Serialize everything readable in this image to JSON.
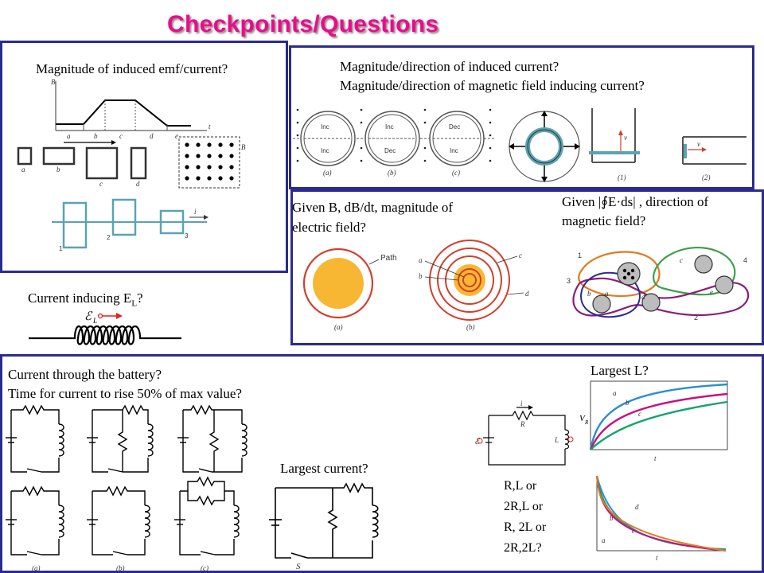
{
  "title": "Checkpoints/Questions",
  "panel_tl": {
    "question": "Magnitude of induced emf/current?",
    "graph_axis_y": "B",
    "graph_axis_x": "t",
    "graph_ticks": [
      "a",
      "b",
      "c",
      "d",
      "e"
    ],
    "loop_labels": [
      "a",
      "b",
      "c",
      "d"
    ],
    "field_label": "B",
    "strip_labels": [
      "1",
      "2",
      "3"
    ],
    "strip_vel": "i"
  },
  "panel_tr": {
    "question_1": "Magnitude/direction of induced current?",
    "question_2": "Magnitude/direction of magnetic field inducing current?",
    "circle_labels": [
      [
        "Inc",
        "Inc"
      ],
      [
        "Inc",
        "Dec"
      ],
      [
        "Dec",
        "Inc"
      ]
    ],
    "sub_labels": [
      "(a)",
      "(b)",
      "(c)",
      "(1)",
      "(2)"
    ],
    "vel_label": "v"
  },
  "panel_mr": {
    "question_left_1": "Given B, dB/dt, magnitude of",
    "question_left_2": "electric field?",
    "question_right_1": "Given |∮E·ds| , direction of",
    "question_right_2": "magnetic field?",
    "path_label": "Path",
    "ring_labels": [
      "a",
      "b",
      "c",
      "d"
    ],
    "sub_labels": [
      "(a)",
      "(b)"
    ],
    "loop_numbers": [
      "1",
      "2",
      "3",
      "4"
    ],
    "disk_labels": [
      "a",
      "b",
      "c",
      "d",
      "e"
    ]
  },
  "inductor_q": {
    "question_prefix": "Current inducing E",
    "question_sub": "L",
    "question_suffix": "?",
    "emf_label": "ℰ",
    "emf_sub": "L"
  },
  "panel_bottom": {
    "question_1": "Current through the battery?",
    "question_2": "Time for current to rise 50% of max value?",
    "largest_current": "Largest current?",
    "largest_L": "Largest L?",
    "switch_label": "S",
    "circuit_labels": [
      "(a)",
      "(b)",
      "(c)"
    ],
    "options": [
      "R,L or",
      "2R,L or",
      "R, 2L or",
      "2R,2L?"
    ],
    "graph_y_label": "V",
    "graph_y_sub": "R",
    "graph_x_label": "t",
    "curve_labels_top": [
      "a",
      "b",
      "c"
    ],
    "curve_labels_bottom": [
      "a",
      "b",
      "c",
      "d"
    ],
    "circuit_symbols": {
      "current": "i",
      "resistor": "R",
      "inductor": "L",
      "battery": "ℰ"
    }
  },
  "colors": {
    "title": "#ee0a8a",
    "panel_border": "#2b2b8f",
    "teal": "#5aa3b3",
    "ring_red": "#d0402c",
    "disk_yellow": "#f7b733",
    "curve_blue": "#2a8fd0",
    "curve_magenta": "#c8107a",
    "curve_green": "#16a36b"
  }
}
